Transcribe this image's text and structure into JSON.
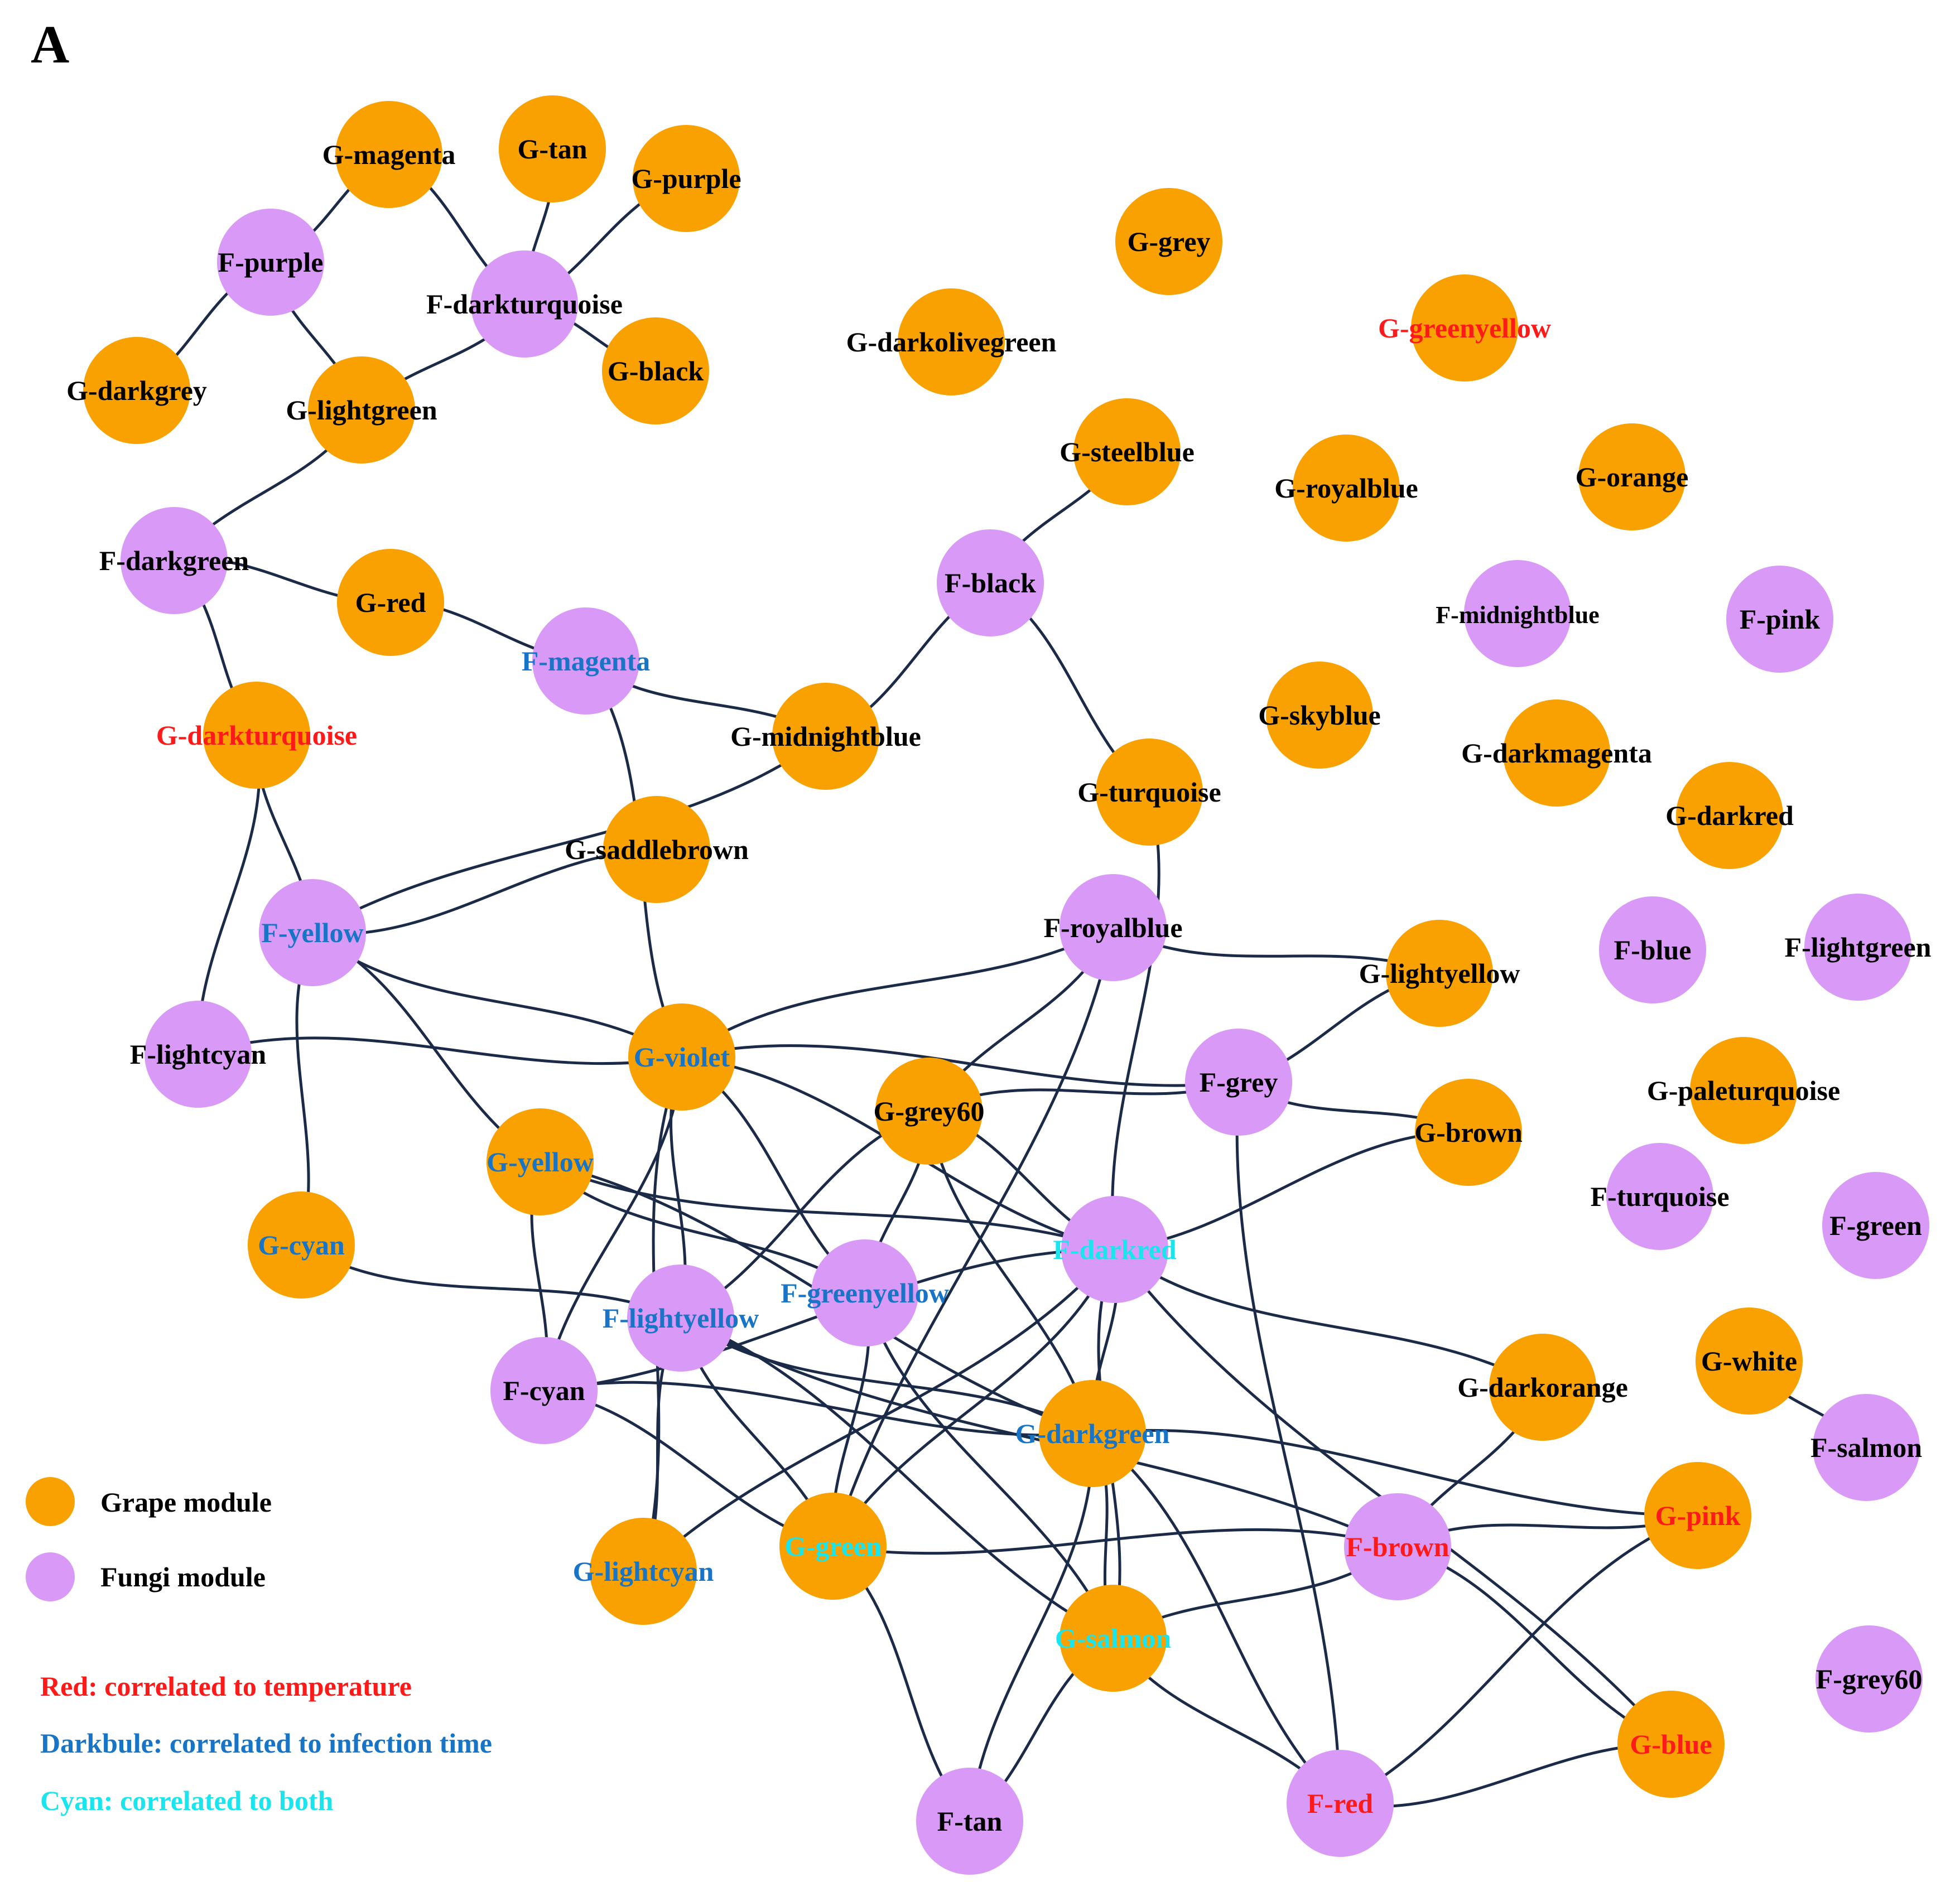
{
  "panel_label": "A",
  "colors": {
    "grape": "#F8A100",
    "fungi": "#D99AF7",
    "edge": "#1B2A47",
    "label_default": "#000000",
    "label_temperature": "#FF1A1A",
    "label_infection": "#1874C7",
    "label_both": "#19E5EE"
  },
  "nodes": [
    {
      "id": "g-magenta",
      "label": "G-magenta",
      "type": "grape",
      "cat": "none"
    },
    {
      "id": "g-tan",
      "label": "G-tan",
      "type": "grape",
      "cat": "none"
    },
    {
      "id": "g-purple",
      "label": "G-purple",
      "type": "grape",
      "cat": "none"
    },
    {
      "id": "f-purple",
      "label": "F-purple",
      "type": "fungi",
      "cat": "none"
    },
    {
      "id": "f-darkturquoise",
      "label": "F-darkturquoise",
      "type": "fungi",
      "cat": "none"
    },
    {
      "id": "g-darkgrey",
      "label": "G-darkgrey",
      "type": "grape",
      "cat": "none"
    },
    {
      "id": "g-lightgreen",
      "label": "G-lightgreen",
      "type": "grape",
      "cat": "none"
    },
    {
      "id": "g-black",
      "label": "G-black",
      "type": "grape",
      "cat": "none"
    },
    {
      "id": "g-grey",
      "label": "G-grey",
      "type": "grape",
      "cat": "none"
    },
    {
      "id": "g-darkolivegreen",
      "label": "G-darkolivegreen",
      "type": "grape",
      "cat": "none"
    },
    {
      "id": "g-greenyellow",
      "label": "G-greenyellow",
      "type": "grape",
      "cat": "temperature"
    },
    {
      "id": "g-steelblue",
      "label": "G-steelblue",
      "type": "grape",
      "cat": "none"
    },
    {
      "id": "g-royalblue",
      "label": "G-royalblue",
      "type": "grape",
      "cat": "none"
    },
    {
      "id": "g-orange",
      "label": "G-orange",
      "type": "grape",
      "cat": "none"
    },
    {
      "id": "f-darkgreen",
      "label": "F-darkgreen",
      "type": "fungi",
      "cat": "none"
    },
    {
      "id": "g-red",
      "label": "G-red",
      "type": "grape",
      "cat": "none"
    },
    {
      "id": "f-magenta",
      "label": "F-magenta",
      "type": "fungi",
      "cat": "infection"
    },
    {
      "id": "f-black",
      "label": "F-black",
      "type": "fungi",
      "cat": "none"
    },
    {
      "id": "f-midnightblue",
      "label": "F-midnightblue",
      "type": "fungi",
      "cat": "none",
      "small": true
    },
    {
      "id": "f-pink",
      "label": "F-pink",
      "type": "fungi",
      "cat": "none"
    },
    {
      "id": "g-darkturquoise",
      "label": "G-darkturquoise",
      "type": "grape",
      "cat": "temperature"
    },
    {
      "id": "g-midnightblue",
      "label": "G-midnightblue",
      "type": "grape",
      "cat": "none"
    },
    {
      "id": "g-skyblue",
      "label": "G-skyblue",
      "type": "grape",
      "cat": "none"
    },
    {
      "id": "g-darkmagenta",
      "label": "G-darkmagenta",
      "type": "grape",
      "cat": "none"
    },
    {
      "id": "g-turquoise",
      "label": "G-turquoise",
      "type": "grape",
      "cat": "none"
    },
    {
      "id": "g-darkred",
      "label": "G-darkred",
      "type": "grape",
      "cat": "none"
    },
    {
      "id": "g-saddlebrown",
      "label": "G-saddlebrown",
      "type": "grape",
      "cat": "none"
    },
    {
      "id": "f-yellow",
      "label": "F-yellow",
      "type": "fungi",
      "cat": "infection"
    },
    {
      "id": "f-royalblue",
      "label": "F-royalblue",
      "type": "fungi",
      "cat": "none"
    },
    {
      "id": "g-lightyellow",
      "label": "G-lightyellow",
      "type": "grape",
      "cat": "none"
    },
    {
      "id": "f-blue",
      "label": "F-blue",
      "type": "fungi",
      "cat": "none"
    },
    {
      "id": "f-lightgreen",
      "label": "F-lightgreen",
      "type": "fungi",
      "cat": "none"
    },
    {
      "id": "f-lightcyan",
      "label": "F-lightcyan",
      "type": "fungi",
      "cat": "none"
    },
    {
      "id": "g-violet",
      "label": "G-violet",
      "type": "grape",
      "cat": "infection"
    },
    {
      "id": "g-grey60",
      "label": "G-grey60",
      "type": "grape",
      "cat": "none"
    },
    {
      "id": "f-grey",
      "label": "F-grey",
      "type": "fungi",
      "cat": "none"
    },
    {
      "id": "g-paleturquoise",
      "label": "G-paleturquoise",
      "type": "grape",
      "cat": "none"
    },
    {
      "id": "g-brown",
      "label": "G-brown",
      "type": "grape",
      "cat": "none"
    },
    {
      "id": "g-yellow",
      "label": "G-yellow",
      "type": "grape",
      "cat": "infection"
    },
    {
      "id": "f-turquoise",
      "label": "F-turquoise",
      "type": "fungi",
      "cat": "none"
    },
    {
      "id": "f-green",
      "label": "F-green",
      "type": "fungi",
      "cat": "none"
    },
    {
      "id": "g-cyan",
      "label": "G-cyan",
      "type": "grape",
      "cat": "infection"
    },
    {
      "id": "f-darkred",
      "label": "F-darkred",
      "type": "fungi",
      "cat": "both"
    },
    {
      "id": "f-greenyellow",
      "label": "F-greenyellow",
      "type": "fungi",
      "cat": "infection"
    },
    {
      "id": "f-lightyellow",
      "label": "F-lightyellow",
      "type": "fungi",
      "cat": "infection"
    },
    {
      "id": "g-white",
      "label": "G-white",
      "type": "grape",
      "cat": "none"
    },
    {
      "id": "f-cyan",
      "label": "F-cyan",
      "type": "fungi",
      "cat": "none"
    },
    {
      "id": "g-darkorange",
      "label": "G-darkorange",
      "type": "grape",
      "cat": "none"
    },
    {
      "id": "g-darkgreen",
      "label": "G-darkgreen",
      "type": "grape",
      "cat": "infection"
    },
    {
      "id": "f-salmon",
      "label": "F-salmon",
      "type": "fungi",
      "cat": "none"
    },
    {
      "id": "g-pink",
      "label": "G-pink",
      "type": "grape",
      "cat": "temperature"
    },
    {
      "id": "f-brown",
      "label": "F-brown",
      "type": "fungi",
      "cat": "temperature"
    },
    {
      "id": "g-green",
      "label": "G-green",
      "type": "grape",
      "cat": "both"
    },
    {
      "id": "g-lightcyan",
      "label": "G-lightcyan",
      "type": "grape",
      "cat": "infection"
    },
    {
      "id": "g-salmon",
      "label": "G-salmon",
      "type": "grape",
      "cat": "both"
    },
    {
      "id": "f-grey60",
      "label": "F-grey60",
      "type": "fungi",
      "cat": "none"
    },
    {
      "id": "g-blue",
      "label": "G-blue",
      "type": "grape",
      "cat": "temperature"
    },
    {
      "id": "f-red",
      "label": "F-red",
      "type": "fungi",
      "cat": "temperature"
    },
    {
      "id": "f-tan",
      "label": "F-tan",
      "type": "fungi",
      "cat": "none"
    }
  ],
  "edges": [
    [
      "f-purple",
      "g-magenta"
    ],
    [
      "f-purple",
      "g-darkgrey"
    ],
    [
      "f-purple",
      "g-lightgreen"
    ],
    [
      "g-magenta",
      "f-darkturquoise"
    ],
    [
      "g-tan",
      "f-darkturquoise"
    ],
    [
      "g-purple",
      "f-darkturquoise"
    ],
    [
      "f-darkturquoise",
      "g-black"
    ],
    [
      "f-darkturquoise",
      "g-lightgreen"
    ],
    [
      "g-lightgreen",
      "f-darkgreen"
    ],
    [
      "f-darkgreen",
      "g-red"
    ],
    [
      "f-darkgreen",
      "g-darkturquoise"
    ],
    [
      "g-red",
      "f-magenta"
    ],
    [
      "f-magenta",
      "g-midnightblue"
    ],
    [
      "f-magenta",
      "g-violet"
    ],
    [
      "g-midnightblue",
      "f-black"
    ],
    [
      "g-midnightblue",
      "f-yellow"
    ],
    [
      "f-black",
      "g-steelblue"
    ],
    [
      "f-black",
      "g-turquoise"
    ],
    [
      "g-darkturquoise",
      "f-yellow"
    ],
    [
      "g-darkturquoise",
      "f-lightcyan"
    ],
    [
      "f-yellow",
      "g-saddlebrown"
    ],
    [
      "f-yellow",
      "g-violet"
    ],
    [
      "f-yellow",
      "g-yellow"
    ],
    [
      "f-yellow",
      "g-cyan"
    ],
    [
      "f-lightcyan",
      "g-violet"
    ],
    [
      "g-violet",
      "f-royalblue"
    ],
    [
      "g-violet",
      "f-grey"
    ],
    [
      "g-violet",
      "f-lightyellow"
    ],
    [
      "g-violet",
      "f-cyan"
    ],
    [
      "g-violet",
      "f-greenyellow"
    ],
    [
      "g-violet",
      "f-darkred"
    ],
    [
      "g-violet",
      "g-lightcyan"
    ],
    [
      "f-royalblue",
      "g-lightyellow"
    ],
    [
      "f-royalblue",
      "g-grey60"
    ],
    [
      "f-royalblue",
      "g-green"
    ],
    [
      "g-lightyellow",
      "f-grey"
    ],
    [
      "g-grey60",
      "f-grey"
    ],
    [
      "g-grey60",
      "f-darkred"
    ],
    [
      "g-grey60",
      "f-greenyellow"
    ],
    [
      "g-grey60",
      "f-lightyellow"
    ],
    [
      "g-grey60",
      "g-darkgreen"
    ],
    [
      "f-grey",
      "g-brown"
    ],
    [
      "f-grey",
      "f-red"
    ],
    [
      "g-brown",
      "f-darkred"
    ],
    [
      "g-turquoise",
      "f-darkred"
    ],
    [
      "g-yellow",
      "f-darkred"
    ],
    [
      "g-yellow",
      "f-greenyellow"
    ],
    [
      "g-yellow",
      "f-cyan"
    ],
    [
      "g-yellow",
      "g-darkgreen"
    ],
    [
      "g-cyan",
      "f-lightyellow"
    ],
    [
      "f-darkred",
      "g-darkorange"
    ],
    [
      "f-darkred",
      "g-darkgreen"
    ],
    [
      "f-darkred",
      "g-lightcyan"
    ],
    [
      "f-darkred",
      "g-green"
    ],
    [
      "f-darkred",
      "f-cyan"
    ],
    [
      "f-darkred",
      "g-salmon"
    ],
    [
      "f-darkred",
      "g-blue"
    ],
    [
      "f-greenyellow",
      "g-green"
    ],
    [
      "f-greenyellow",
      "g-salmon"
    ],
    [
      "f-lightyellow",
      "g-darkgreen"
    ],
    [
      "f-lightyellow",
      "g-green"
    ],
    [
      "f-lightyellow",
      "g-lightcyan"
    ],
    [
      "f-lightyellow",
      "f-brown"
    ],
    [
      "f-lightyellow",
      "g-salmon"
    ],
    [
      "f-cyan",
      "g-green"
    ],
    [
      "f-cyan",
      "g-darkgreen"
    ],
    [
      "g-darkgreen",
      "f-tan"
    ],
    [
      "g-darkgreen",
      "g-pink"
    ],
    [
      "g-darkgreen",
      "f-red"
    ],
    [
      "g-darkgreen",
      "g-salmon"
    ],
    [
      "g-darkorange",
      "f-brown"
    ],
    [
      "g-white",
      "f-salmon"
    ],
    [
      "f-brown",
      "g-green"
    ],
    [
      "f-brown",
      "g-pink"
    ],
    [
      "f-brown",
      "g-salmon"
    ],
    [
      "f-brown",
      "g-blue"
    ],
    [
      "g-pink",
      "f-red"
    ],
    [
      "g-green",
      "f-tan"
    ],
    [
      "g-salmon",
      "f-tan"
    ],
    [
      "g-salmon",
      "f-red"
    ],
    [
      "f-red",
      "g-blue"
    ]
  ],
  "legend": {
    "grape_label": "Grape module",
    "fungi_label": "Fungi module",
    "temperature_note": "Red: correlated to temperature",
    "infection_note": "Darkbule: correlated to infection time",
    "both_note": "Cyan: correlated to both"
  }
}
